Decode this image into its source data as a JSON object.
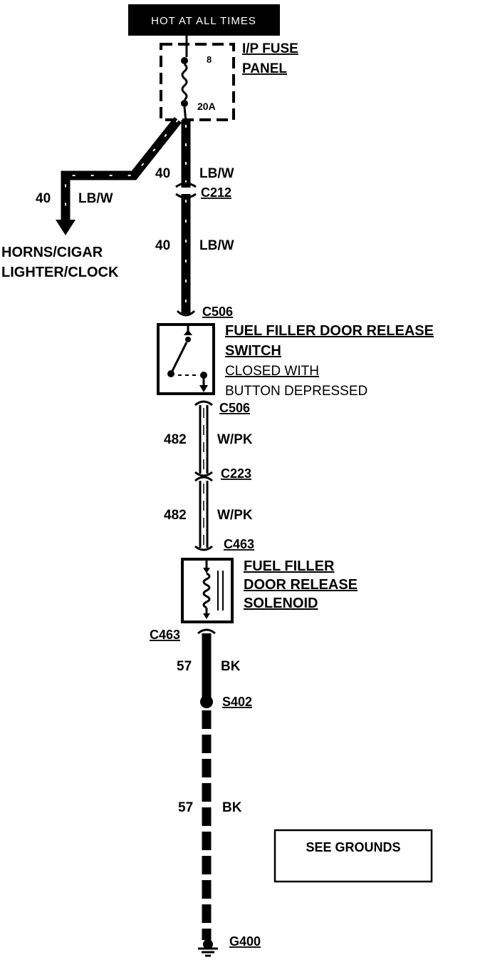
{
  "header": {
    "power_label": "HOT AT ALL TIMES"
  },
  "fuse_panel": {
    "title_line1": "I/P FUSE",
    "title_line2": "PANEL",
    "fuse_number": "8",
    "fuse_rating": "20A"
  },
  "branch": {
    "circuit": "40",
    "wire_color": "LB/W",
    "destination_line1": "HORNS/CIGAR",
    "destination_line2": "LIGHTER/CLOCK"
  },
  "main_feed": {
    "segment1": {
      "circuit": "40",
      "wire_color": "LB/W"
    },
    "connector1": "C212",
    "segment2": {
      "circuit": "40",
      "wire_color": "LB/W"
    },
    "connector2": "C506"
  },
  "switch": {
    "name_line1": "FUEL FILLER DOOR RELEASE",
    "name_line2": "SWITCH",
    "note_line1": "CLOSED WITH",
    "note_line2": "BUTTON DEPRESSED"
  },
  "switch_output": {
    "connector1": "C506",
    "segment1": {
      "circuit": "482",
      "wire_color": "W/PK"
    },
    "connector2": "C223",
    "segment2": {
      "circuit": "482",
      "wire_color": "W/PK"
    },
    "connector3": "C463"
  },
  "solenoid": {
    "name_line1": "FUEL FILLER",
    "name_line2": "DOOR RELEASE",
    "name_line3": "SOLENOID"
  },
  "ground_path": {
    "connector": "C463",
    "segment1": {
      "circuit": "57",
      "wire_color": "BK"
    },
    "splice": "S402",
    "segment2": {
      "circuit": "57",
      "wire_color": "BK"
    },
    "ground": "G400"
  },
  "reference_box": {
    "text": "SEE GROUNDS"
  }
}
